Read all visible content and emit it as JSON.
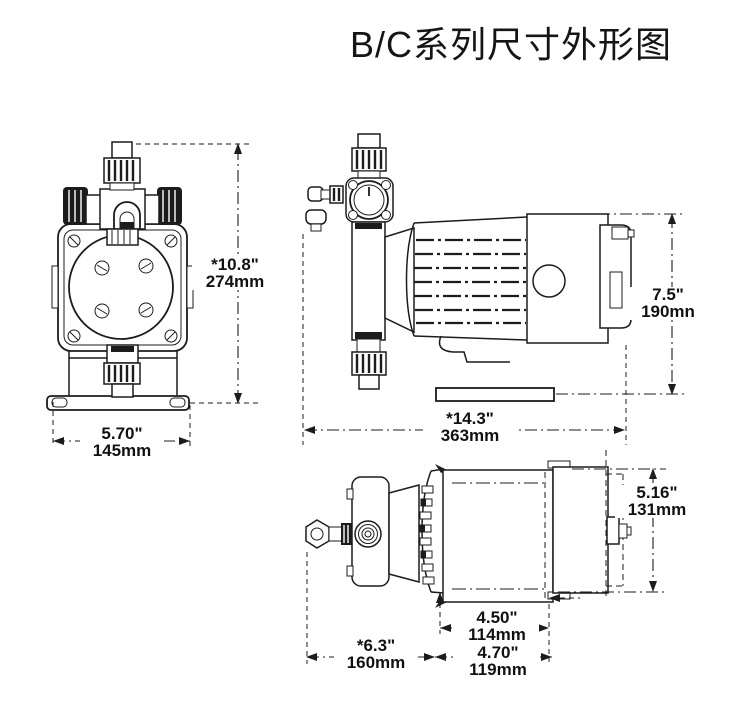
{
  "title": "B/C系列尺寸外形图",
  "drawing": {
    "description": "B/C series metering pump dimensional outline drawing, three orthographic views",
    "background": "#ffffff",
    "line_color": "#1c1c1c",
    "views": {
      "front": "front-view",
      "side": "side-view",
      "top": "top-view"
    },
    "dimensions": {
      "front_height": {
        "inches": "*10.8\"",
        "mm": "274mm"
      },
      "front_width": {
        "inches": "5.70\"",
        "mm": "145mm"
      },
      "side_length": {
        "inches": "*14.3\"",
        "mm": "363mm"
      },
      "side_height": {
        "inches": "7.5\"",
        "mm": "190mn"
      },
      "top_width": {
        "inches": "5.16\"",
        "mm": "131mm"
      },
      "top_motor_length": {
        "inches": "4.50\"",
        "mm": "114mm"
      },
      "top_motor_overall": {
        "inches": "4.70\"",
        "mm": "119mm"
      },
      "top_head_length": {
        "inches": "*6.3\"",
        "mm": "160mm"
      }
    }
  }
}
